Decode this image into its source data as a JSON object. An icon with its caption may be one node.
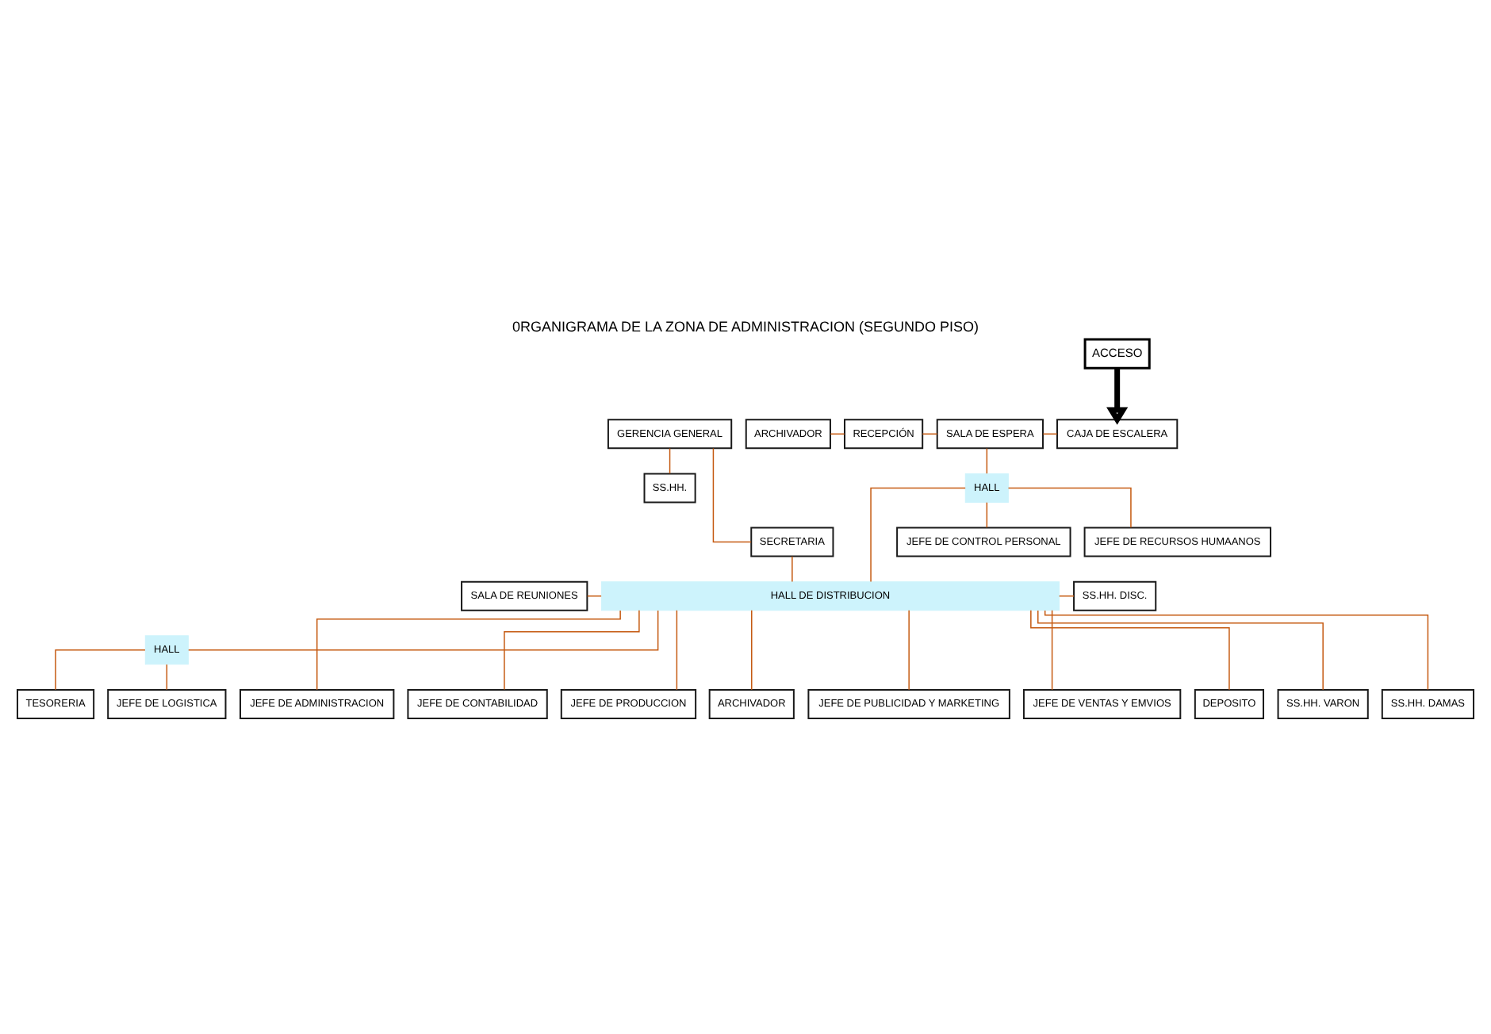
{
  "diagram": {
    "title": "0RGANIGRAMA DE LA ZONA DE ADMINISTRACION (SEGUNDO PISO)",
    "nodes": [
      {
        "text": [
          "ACCESO"
        ]
      },
      {
        "text": [
          "GERENCIA GENERAL"
        ]
      },
      {
        "text": [
          "ARCHIVADOR"
        ]
      },
      {
        "text": [
          "RECEPCIÓN"
        ]
      },
      {
        "text": [
          "SALA DE ESPERA"
        ]
      },
      {
        "text": [
          "CAJA DE ESCALERA"
        ]
      },
      {
        "text": [
          "SS.HH."
        ]
      },
      {
        "text": [
          "HALL"
        ]
      },
      {
        "text": [
          "SECRETARIA"
        ]
      },
      {
        "text": [
          "JEFE DE CONTROL PERSONAL"
        ]
      },
      {
        "text": [
          "JEFE DE RECURSOS HUMAANOS"
        ]
      },
      {
        "text": [
          "SS.HH. DISC."
        ]
      },
      {
        "text": [
          "SALA DE REUNIONES"
        ]
      },
      {
        "text": [
          "HALL DE DISTRIBUCION"
        ]
      },
      {
        "text": [
          "HALL"
        ]
      },
      {
        "text": [
          "JEFE DE ADMINISTRACION"
        ]
      },
      {
        "text": [
          "JEFE DE CONTABILIDAD"
        ]
      },
      {
        "text": [
          "JEFE DE PRODUCCION"
        ]
      },
      {
        "text": [
          "ARCHIVADOR"
        ]
      },
      {
        "text": [
          "TESORERIA"
        ]
      },
      {
        "text": [
          "JEFE DE LOGISTICA"
        ]
      },
      {
        "text": [
          "JEFE DE PUBLICIDAD Y MARKETING"
        ]
      },
      {
        "text": [
          "JEFE DE VENTAS Y EMVIOS"
        ]
      },
      {
        "text": [
          "DEPOSITO"
        ]
      },
      {
        "text": [
          "SS.HH. VARON"
        ]
      },
      {
        "text": [
          "SS.HH. DAMAS"
        ]
      }
    ],
    "edges": [
      {
        "from": 0,
        "to": 5,
        "arrow": "to",
        "style": "thick",
        "color": "#000000"
      },
      {
        "from": 2,
        "to": 3,
        "arrow": "none"
      },
      {
        "from": 3,
        "to": 4,
        "arrow": "none"
      },
      {
        "from": 4,
        "to": 5,
        "arrow": "none"
      },
      {
        "from": 1,
        "to": 6,
        "arrow": "none"
      },
      {
        "from": 1,
        "to": 8,
        "arrow": "none"
      },
      {
        "from": 4,
        "to": 7,
        "arrow": "none"
      },
      {
        "from": 9,
        "to": 7,
        "arrow": "none"
      },
      {
        "from": 7,
        "to": 10,
        "arrow": "none"
      },
      {
        "from": 8,
        "to": 13,
        "arrow": "none"
      },
      {
        "from": 7,
        "to": 13,
        "arrow": "none"
      },
      {
        "from": 12,
        "to": 13,
        "arrow": "none"
      },
      {
        "from": 13,
        "to": 11,
        "arrow": "none"
      },
      {
        "from": 13,
        "to": 14,
        "arrow": "none"
      },
      {
        "from": 13,
        "to": 15,
        "arrow": "none"
      },
      {
        "from": 13,
        "to": 16,
        "arrow": "none"
      },
      {
        "from": 13,
        "to": 17,
        "arrow": "none"
      },
      {
        "from": 13,
        "to": 18,
        "arrow": "none"
      },
      {
        "from": 19,
        "to": 14,
        "arrow": "none"
      },
      {
        "from": 14,
        "to": 20,
        "arrow": "none"
      },
      {
        "from": 13,
        "to": 21,
        "arrow": "none"
      },
      {
        "from": 13,
        "to": 22,
        "arrow": "none"
      },
      {
        "from": 13,
        "to": 23,
        "arrow": "none"
      },
      {
        "from": 13,
        "to": 24,
        "arrow": "none"
      },
      {
        "from": 13,
        "to": 25,
        "arrow": "none"
      }
    ]
  }
}
